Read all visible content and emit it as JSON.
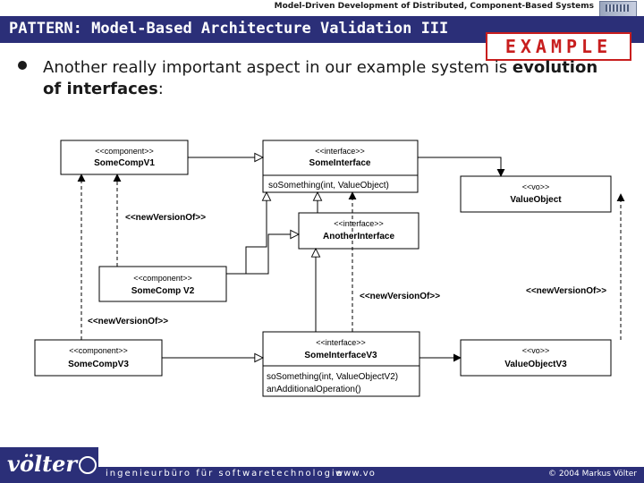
{
  "header": {
    "course_title": "Model-Driven Development of Distributed, Component-Based Systems",
    "slide_title": "PATTERN: Model-Based Architecture Validation III",
    "example_label": "EXAMPLE"
  },
  "bullet": {
    "text": "Another really important aspect in our example system is",
    "emphasis": "evolution of interfaces",
    "suffix": ":"
  },
  "diagram": {
    "boxes": {
      "somecompv1": {
        "stereotype": "<<component>>",
        "name": "SomeCompV1"
      },
      "someinterface": {
        "stereotype": "<<interface>>",
        "name": "SomeInterface",
        "ops": [
          "soSomething(int, ValueObject)"
        ]
      },
      "valueobject": {
        "stereotype": "<<vo>>",
        "name": "ValueObject"
      },
      "anotherinterface": {
        "stereotype": "<<interface>>",
        "name": "AnotherInterface"
      },
      "somecompv2": {
        "stereotype": "<<component>>",
        "name": "SomeComp V2"
      },
      "somecompv3": {
        "stereotype": "<<component>>",
        "name": "SomeCompV3"
      },
      "someinterfacev3": {
        "stereotype": "<<interface>>",
        "name": "SomeInterfaceV3",
        "ops": [
          "soSomething(int, ValueObjectV2)",
          "anAdditionalOperation()"
        ]
      },
      "valueobjectv3": {
        "stereotype": "<<vo>>",
        "name": "ValueObjectV3"
      }
    },
    "labels": {
      "new_version_1": "<<newVersionOf>>",
      "new_version_2": "<<newVersionOf>>",
      "new_version_3": "<<newVersionOf>>",
      "new_version_4": "<<newVersionOf>>"
    }
  },
  "footer": {
    "logo": "völter",
    "company": "ingenieurbüro für softwaretechnologie",
    "url": "www.vo",
    "copyright": "© 2004  Markus Völter"
  },
  "colors": {
    "title_bar": "#2b2f78",
    "example_red": "#c81e1e",
    "text": "#1a1a1a"
  }
}
